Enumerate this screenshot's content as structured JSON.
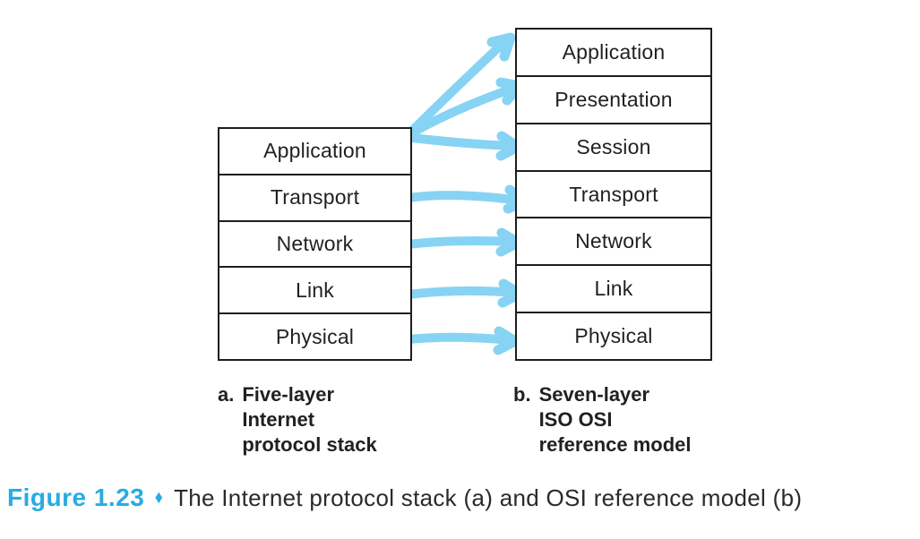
{
  "stacks": {
    "internet": {
      "layers": [
        "Application",
        "Transport",
        "Network",
        "Link",
        "Physical"
      ]
    },
    "osi": {
      "layers": [
        "Application",
        "Presentation",
        "Session",
        "Transport",
        "Network",
        "Link",
        "Physical"
      ]
    }
  },
  "captions": {
    "a": {
      "label": "a.",
      "lines": [
        "Five-layer",
        "Internet",
        "protocol stack"
      ]
    },
    "b": {
      "label": "b.",
      "lines": [
        "Seven-layer",
        "ISO OSI",
        "reference model"
      ]
    }
  },
  "figure_caption": {
    "label": "Figure 1.23",
    "separator": "♦",
    "text": "The Internet protocol stack (a) and OSI reference model (b)"
  },
  "arrows": {
    "mappings": [
      {
        "from": "Application",
        "to": "Application"
      },
      {
        "from": "Application",
        "to": "Presentation"
      },
      {
        "from": "Application",
        "to": "Session"
      },
      {
        "from": "Transport",
        "to": "Transport"
      },
      {
        "from": "Network",
        "to": "Network"
      },
      {
        "from": "Link",
        "to": "Link"
      },
      {
        "from": "Physical",
        "to": "Physical"
      }
    ]
  },
  "colors": {
    "accent": "#29abe2",
    "arrow": "#87d3f4",
    "text": "#231f20",
    "border": "#1d1d1b"
  }
}
